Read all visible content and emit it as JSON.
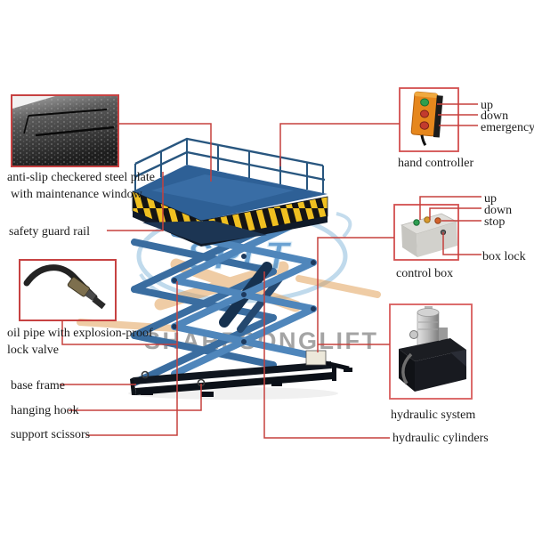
{
  "colors": {
    "callout_red": "#c5403d",
    "inset_border_red": "#d34f4f",
    "machine_blue": "#4a82b8",
    "machine_blue_dark": "#2e6096",
    "hazard_yellow": "#f0c020",
    "hazard_black": "#141414",
    "base_dark": "#0e1522",
    "watermark_gray": "#8e8e8e",
    "watermark_blue": "#5b99ce",
    "pendant_orange": "#e6871d"
  },
  "watermark": {
    "brand": "SHARPSONGLIFT",
    "logo": "SPLT"
  },
  "callouts": {
    "plate_line1": "anti-slip checkered steel plate",
    "plate_line2": "with maintenance window",
    "safety_guard_rail": "safety guard rail",
    "oil_pipe_line1": "oil pipe with explosion-proof",
    "oil_pipe_line2": "lock valve",
    "base_frame": "base frame",
    "hanging_hook": "hanging hook",
    "support_scissors": "support scissors",
    "hydraulic_cylinders": "hydraulic cylinders"
  },
  "hand_controller": {
    "caption": "hand controller",
    "button_up": "up",
    "button_down": "down",
    "button_emergency": "emergency"
  },
  "control_box": {
    "caption": "control box",
    "button_up": "up",
    "button_down": "down",
    "button_stop": "stop",
    "box_lock": "box lock"
  },
  "hydraulic_system": {
    "caption": "hydraulic system"
  }
}
